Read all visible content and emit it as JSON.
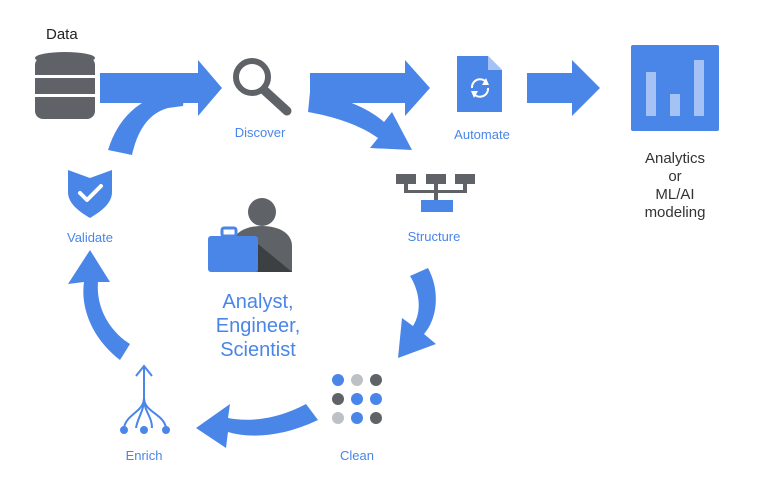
{
  "labels": {
    "data": "Data",
    "discover": "Discover",
    "automate": "Automate",
    "structure": "Structure",
    "validate": "Validate",
    "clean": "Clean",
    "enrich": "Enrich",
    "analytics_line1": "Analytics",
    "analytics_line2": "or",
    "analytics_line3": "ML/AI modeling",
    "role_line1": "Analyst,",
    "role_line2": "Engineer,",
    "role_line3": "Scientist"
  },
  "colors": {
    "accent_blue": "#4a86e8",
    "dark_grey": "#5f6368",
    "mid_grey": "#9aa0a6",
    "light_grey": "#bdc1c6",
    "text": "#333333"
  },
  "icons": [
    "database-icon",
    "magnifier-icon",
    "document-sync-icon",
    "bar-chart-icon",
    "hierarchy-icon",
    "shield-check-icon",
    "analyst-icon",
    "dot-grid-icon",
    "branch-arrow-icon"
  ]
}
